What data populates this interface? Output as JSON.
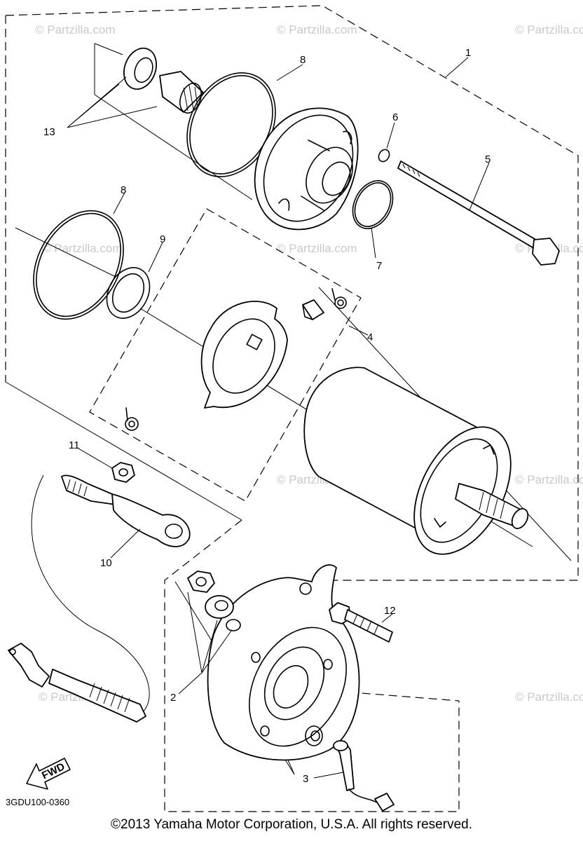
{
  "watermark": "© Partzilla.com",
  "callouts": {
    "c1": "1",
    "c2": "2",
    "c3": "3",
    "c4": "4",
    "c5": "5",
    "c6": "6",
    "c7": "7",
    "c8a": "8",
    "c8b": "8",
    "c9": "9",
    "c10": "10",
    "c11": "11",
    "c12": "12",
    "c13": "13"
  },
  "fwd_label": "FWD",
  "diagram_code": "3GDU100-0360",
  "copyright": "©2013  Yamaha Motor Corporation, U.S.A. All rights reserved."
}
